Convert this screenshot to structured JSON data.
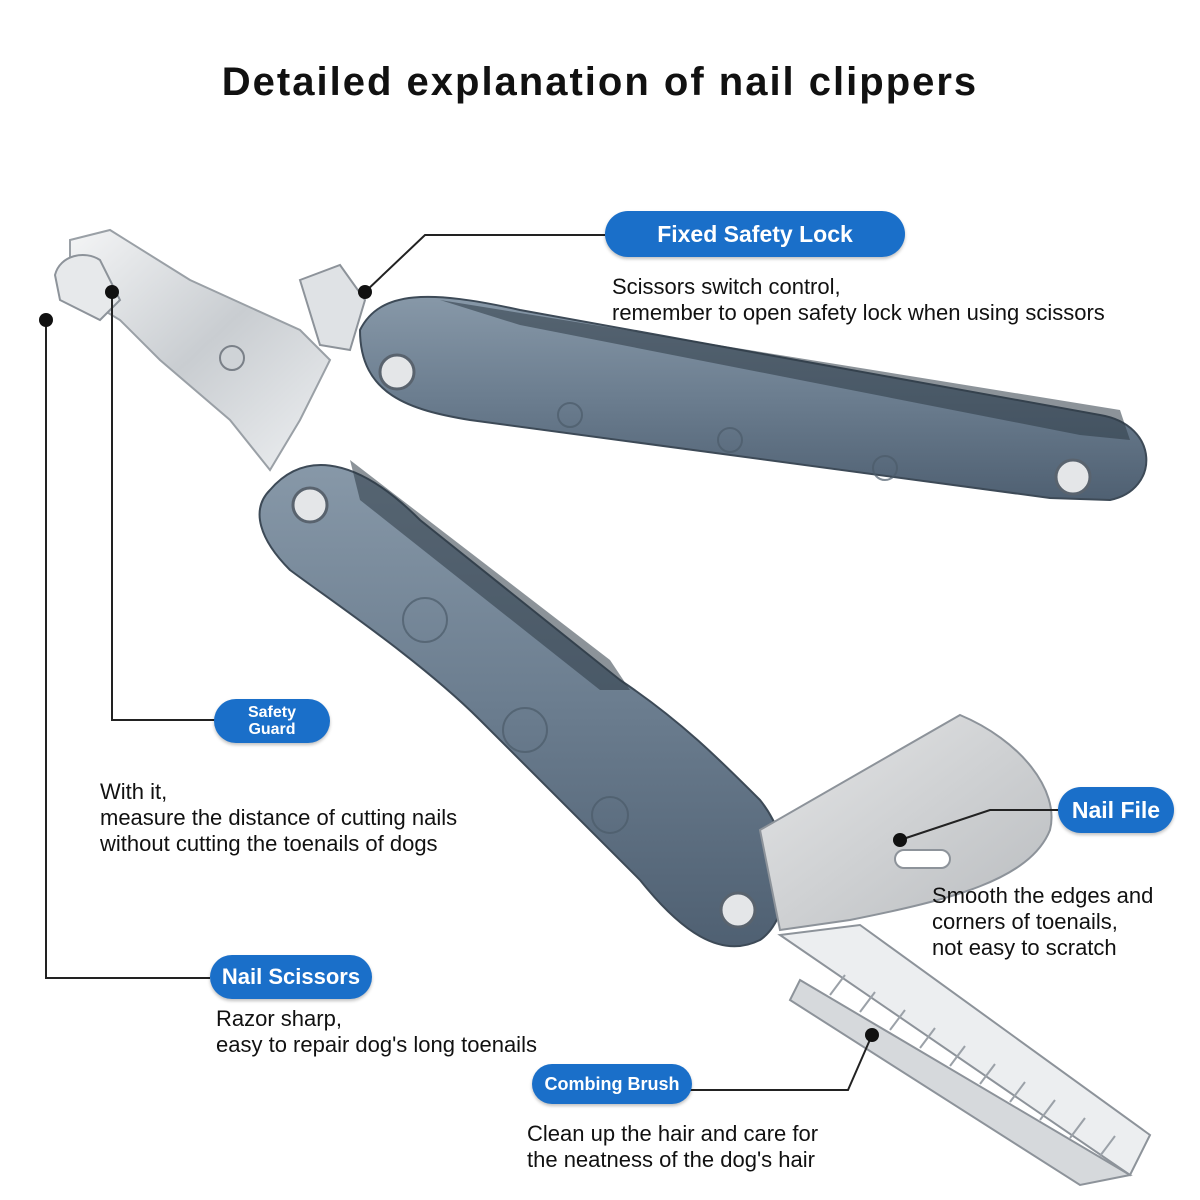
{
  "title": "Detailed explanation of nail clippers",
  "labels": {
    "fixed_safety_lock": {
      "name": "Fixed Safety Lock",
      "desc": [
        "Scissors switch control,",
        "remember to open safety lock when using scissors"
      ]
    },
    "safety_guard": {
      "name": [
        "Safety",
        "Guard"
      ],
      "desc": [
        "With it,",
        "measure the distance of cutting nails",
        "without cutting the toenails of dogs"
      ]
    },
    "nail_file": {
      "name": "Nail File",
      "desc": [
        "Smooth the edges and",
        "corners of toenails,",
        "not easy to scratch"
      ]
    },
    "nail_scissors": {
      "name": "Nail Scissors",
      "desc": [
        "Razor sharp,",
        "easy to repair dog's long toenails"
      ]
    },
    "combing_brush": {
      "name": "Combing Brush",
      "desc": [
        "Clean up the hair and care for",
        "the neatness of the dog's hair"
      ]
    }
  },
  "colors": {
    "accent": "#1a6fc9",
    "handle": "#6f8294",
    "steel": "#d7dadd"
  }
}
